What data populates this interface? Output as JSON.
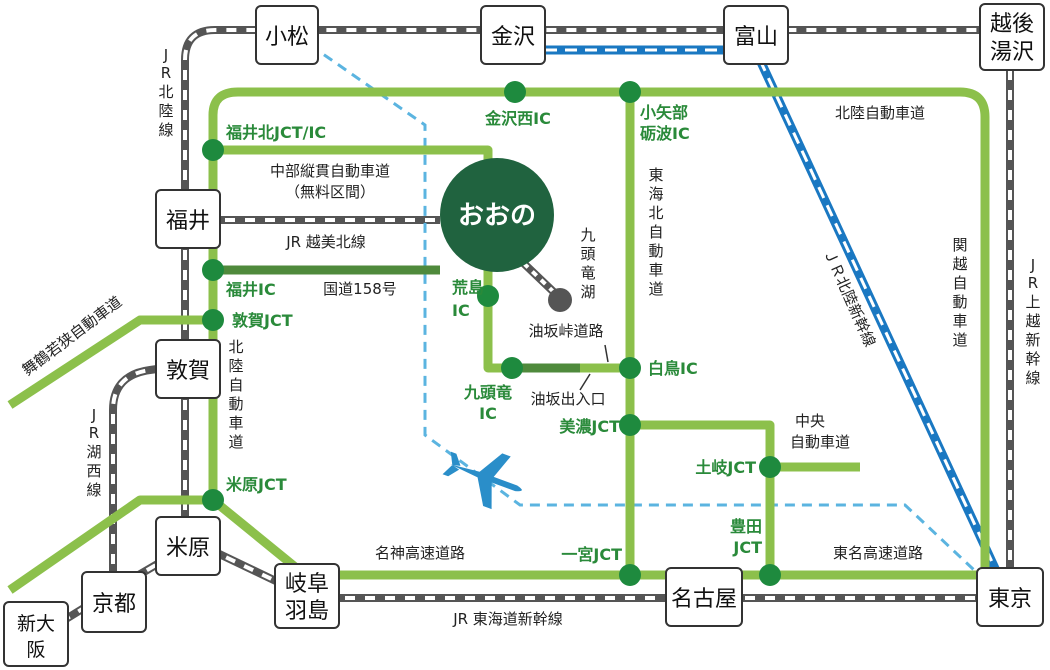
{
  "colors": {
    "expressway": "#8cc04b",
    "national_route": "#4f8a3c",
    "ic_dot": "#1e8a3e",
    "ic_text": "#2a8a3a",
    "center": "#20633f",
    "shinkansen": "#1a78c2",
    "airplane": "#2a8ec9",
    "air_route": "#5bb4e0",
    "rail_dark": "#555555",
    "lake": "#555555"
  },
  "center": {
    "label": "おおの"
  },
  "stations": {
    "komatsu": "小松",
    "kanazawa": "金沢",
    "toyama": "富山",
    "echigo_yuzawa_1": "越後",
    "echigo_yuzawa_2": "湯沢",
    "fukui": "福井",
    "tsuruga": "敦賀",
    "maibara": "米原",
    "kyoto": "京都",
    "shin_osaka_1": "新大",
    "shin_osaka_2": "阪",
    "gifu_hashima_1": "岐阜",
    "gifu_hashima_2": "羽島",
    "nagoya": "名古屋",
    "tokyo": "東京"
  },
  "interchanges": {
    "kanazawa_nishi": "金沢西IC",
    "oyabe_tonami_1": "小矢部",
    "oyabe_tonami_2": "砺波IC",
    "fukui_kita": "福井北JCT/IC",
    "fukui": "福井IC",
    "tsuruga": "敦賀JCT",
    "arashima_1": "荒島",
    "arashima_2": "IC",
    "kuzuryu_1": "九頭竜",
    "kuzuryu_2": "IC",
    "shirotori": "白鳥IC",
    "mino": "美濃JCT",
    "toki": "土岐JCT",
    "toyota_1": "豊田",
    "toyota_2": "JCT",
    "ichinomiya": "一宮JCT",
    "maibara": "米原JCT"
  },
  "labels": {
    "jr_hokuriku_line": [
      "J",
      "R",
      "北",
      "陸",
      "線"
    ],
    "hokuriku_expressway": "北陸自動車道",
    "chubu_jukan_1": "中部縦貫自動車道",
    "chubu_jukan_2": "（無料区間）",
    "jr_etsumi": "JR 越美北線",
    "route158": "国道158号",
    "tokai_hokuriku": [
      "東",
      "海",
      "北",
      "自",
      "動",
      "車",
      "道"
    ],
    "kuzuryu_lake": [
      "九",
      "頭",
      "竜",
      "湖"
    ],
    "aburasaka_road": "油坂峠道路",
    "aburasaka_exit": "油坂出入口",
    "kanetsu": [
      "関",
      "越",
      "自",
      "動",
      "車",
      "道"
    ],
    "jr_hokuriku_shinkansen": "ＪＲ北陸新幹線",
    "jr_joetsu": [
      "J",
      "R",
      "上",
      "越",
      "新",
      "幹",
      "線"
    ],
    "maizuru": "舞鶴若狭自動車道",
    "hokuriku_exp_vertical": [
      "北",
      "陸",
      "自",
      "動",
      "車",
      "道"
    ],
    "jr_kosei": [
      "J",
      "R",
      "湖",
      "西",
      "線"
    ],
    "chuo_1": "中央",
    "chuo_2": "自動車道",
    "meishin": "名神高速道路",
    "tomei": "東名高速道路",
    "jr_tokaido": "JR 東海道新幹線"
  }
}
